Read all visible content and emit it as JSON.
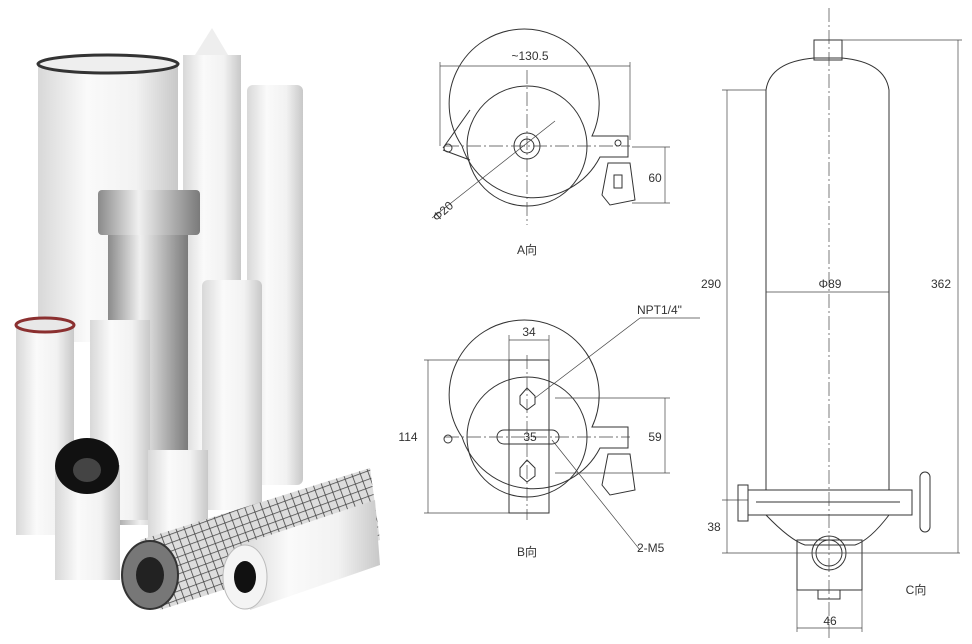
{
  "photo": {
    "subject": "filter-cartridges-and-housing"
  },
  "views": {
    "a": {
      "title": "A向",
      "width": "~130.5",
      "height": "60",
      "diameter": "Φ20"
    },
    "b": {
      "title": "B向",
      "width": "34",
      "port": "NPT1/4\"",
      "height": "114",
      "spacing": "35",
      "clamp": "59",
      "bolts": "2-M5"
    },
    "c": {
      "title": "C向",
      "body_length": "290",
      "diameter": "Φ89",
      "total_height": "362",
      "base": "38",
      "port_width": "46"
    }
  }
}
